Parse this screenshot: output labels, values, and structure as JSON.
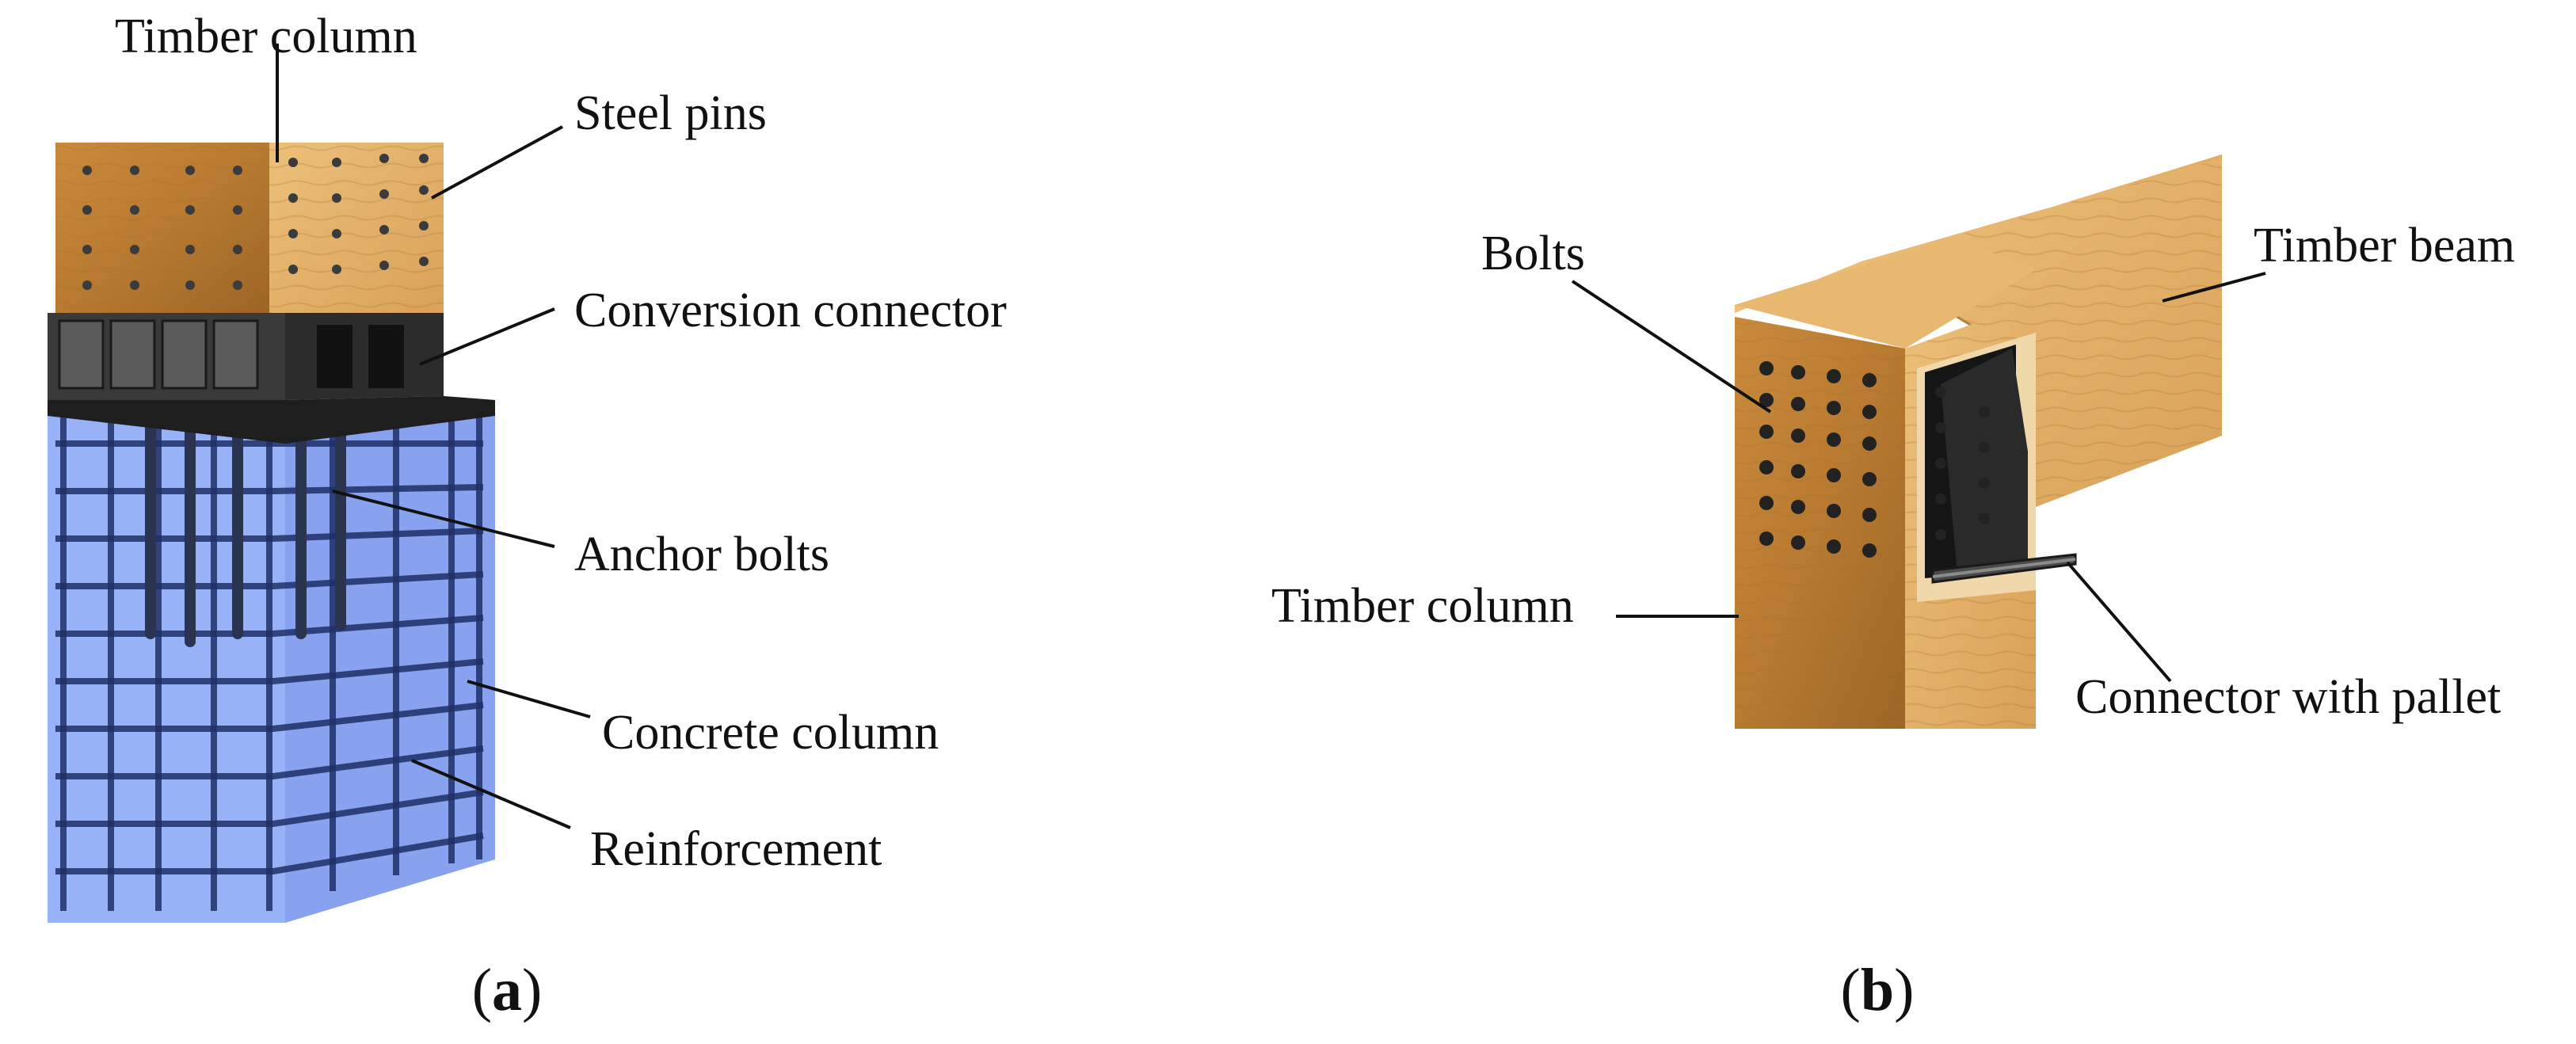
{
  "colors": {
    "timber_light": "#e6b46b",
    "timber_mid": "#d39a4e",
    "timber_dark": "#a86e2c",
    "steel": "#3a3a3a",
    "steel_dark": "#1e1e1e",
    "concrete_blue": "#7f9ef5",
    "concrete_blue_dark": "#5877db",
    "rebar": "#1f2f66"
  },
  "panels": [
    {
      "caption_open": "(",
      "caption_letter": "a",
      "caption_close": ")",
      "labels": {
        "timber_column": "Timber column",
        "steel_pins": "Steel pins",
        "conversion_connector": "Conversion connector",
        "anchor_bolts": "Anchor bolts",
        "concrete_column": "Concrete column",
        "reinforcement": "Reinforcement"
      }
    },
    {
      "caption_open": "(",
      "caption_letter": "b",
      "caption_close": ")",
      "labels": {
        "bolts": "Bolts",
        "timber_beam": "Timber beam",
        "timber_column": "Timber column",
        "connector_with_pallet": "Connector with pallet"
      }
    }
  ]
}
